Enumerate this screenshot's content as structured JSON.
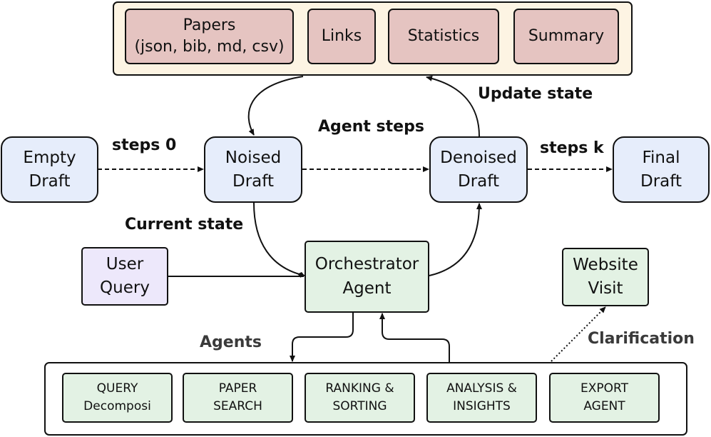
{
  "resources": [
    {
      "line1": "Papers",
      "line2": "(json, bib, md, csv)"
    },
    {
      "line1": "Links"
    },
    {
      "line1": "Statistics"
    },
    {
      "line1": "Summary"
    }
  ],
  "drafts": {
    "empty": {
      "line1": "Empty",
      "line2": "Draft"
    },
    "noised": {
      "line1": "Noised",
      "line2": "Draft"
    },
    "denoised": {
      "line1": "Denoised",
      "line2": "Draft"
    },
    "final": {
      "line1": "Final",
      "line2": "Draft"
    }
  },
  "user_query": {
    "line1": "User",
    "line2": "Query"
  },
  "orchestrator": {
    "line1": "Orchestrator",
    "line2": "Agent"
  },
  "website_visit": {
    "line1": "Website",
    "line2": "Visit"
  },
  "sub_agents": [
    {
      "line1": "QUERY",
      "line2": "Decomposi"
    },
    {
      "line1": "PAPER",
      "line2": "SEARCH"
    },
    {
      "line1": "RANKING &",
      "line2": "SORTING"
    },
    {
      "line1": "ANALYSIS &",
      "line2": "INSIGHTS"
    },
    {
      "line1": "EXPORT",
      "line2": "AGENT"
    }
  ],
  "labels": {
    "steps_0": "steps 0",
    "agent_steps": "Agent steps",
    "steps_k": "steps k",
    "update_state": "Update state",
    "current_state": "Current state",
    "agents": "Agents",
    "clarification": "Clarification"
  }
}
